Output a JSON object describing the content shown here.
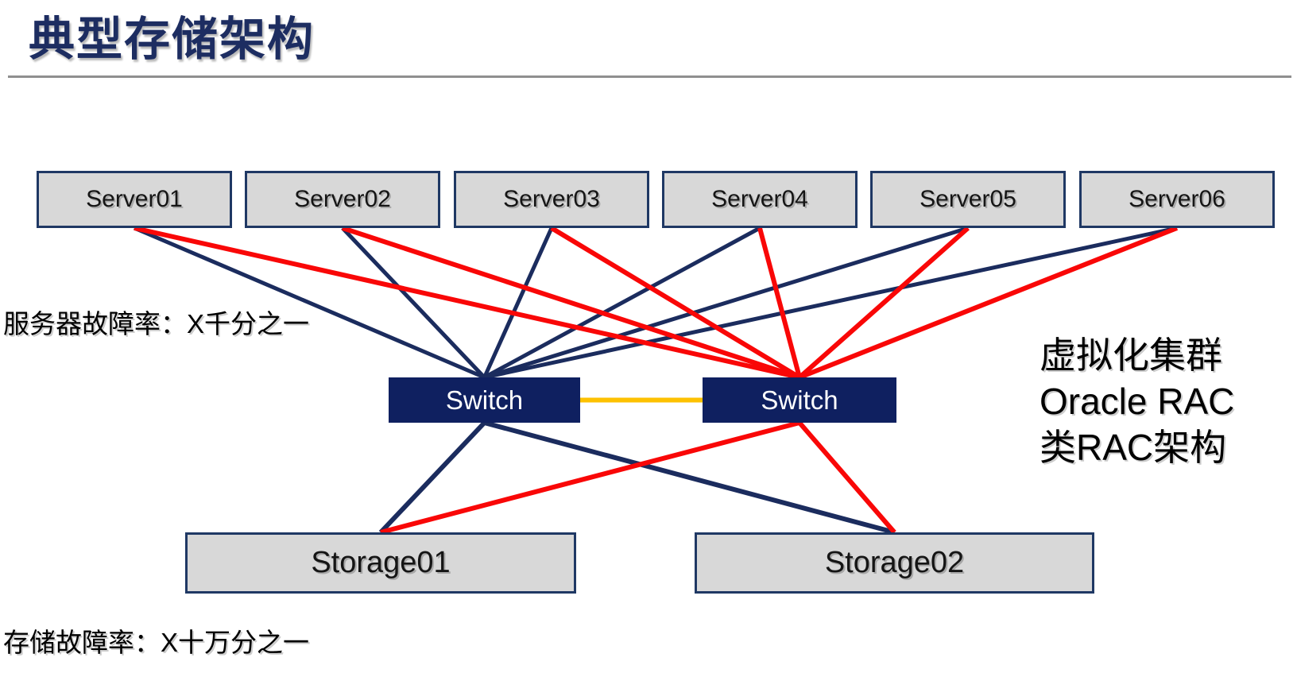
{
  "slide": {
    "title": "典型存储架构"
  },
  "nodes": {
    "servers": [
      {
        "id": "server-1",
        "label": "Server01"
      },
      {
        "id": "server-2",
        "label": "Server02"
      },
      {
        "id": "server-3",
        "label": "Server03"
      },
      {
        "id": "server-4",
        "label": "Server04"
      },
      {
        "id": "server-5",
        "label": "Server05"
      },
      {
        "id": "server-6",
        "label": "Server06"
      }
    ],
    "switches": [
      {
        "id": "switch-a",
        "label": "Switch"
      },
      {
        "id": "switch-b",
        "label": "Switch"
      }
    ],
    "storages": [
      {
        "id": "storage-1",
        "label": "Storage01"
      },
      {
        "id": "storage-2",
        "label": "Storage02"
      }
    ]
  },
  "labels": {
    "server_failure_rate": "服务器故障率：X千分之一",
    "storage_failure_rate": "存储故障率：X十万分之一"
  },
  "side_note": {
    "lines": [
      "虚拟化集群",
      "Oracle RAC",
      "类RAC架构"
    ]
  },
  "colors": {
    "navy_line": "#1b2c5e",
    "red_line": "#f90707",
    "orange_line": "#fdc100",
    "box_fill": "#d8d8d8",
    "box_border": "#1f3864",
    "switch_fill": "#0f2060",
    "title_color": "#1d2d61",
    "divider_gray": "#8f8f8f"
  },
  "edges": [
    {
      "from": "server-1",
      "to": "switch-a",
      "color": "navy_line",
      "width": 5,
      "anchor": "bottom-top"
    },
    {
      "from": "server-2",
      "to": "switch-a",
      "color": "navy_line",
      "width": 5,
      "anchor": "bottom-top"
    },
    {
      "from": "server-3",
      "to": "switch-a",
      "color": "navy_line",
      "width": 5,
      "anchor": "bottom-top"
    },
    {
      "from": "server-4",
      "to": "switch-a",
      "color": "navy_line",
      "width": 5,
      "anchor": "bottom-top"
    },
    {
      "from": "server-5",
      "to": "switch-a",
      "color": "navy_line",
      "width": 5,
      "anchor": "bottom-top"
    },
    {
      "from": "server-6",
      "to": "switch-a",
      "color": "navy_line",
      "width": 5,
      "anchor": "bottom-top"
    },
    {
      "from": "switch-a",
      "to": "storage-1",
      "color": "navy_line",
      "width": 6,
      "anchor": "bottom-top"
    },
    {
      "from": "switch-a",
      "to": "storage-2",
      "color": "navy_line",
      "width": 6,
      "anchor": "bottom-top"
    },
    {
      "from": "server-1",
      "to": "switch-b",
      "color": "red_line",
      "width": 6,
      "anchor": "bottom-top"
    },
    {
      "from": "server-2",
      "to": "switch-b",
      "color": "red_line",
      "width": 6,
      "anchor": "bottom-top"
    },
    {
      "from": "server-3",
      "to": "switch-b",
      "color": "red_line",
      "width": 6,
      "anchor": "bottom-top"
    },
    {
      "from": "server-4",
      "to": "switch-b",
      "color": "red_line",
      "width": 6,
      "anchor": "bottom-top"
    },
    {
      "from": "server-5",
      "to": "switch-b",
      "color": "red_line",
      "width": 6,
      "anchor": "bottom-top"
    },
    {
      "from": "server-6",
      "to": "switch-b",
      "color": "red_line",
      "width": 6,
      "anchor": "bottom-top"
    },
    {
      "from": "switch-b",
      "to": "storage-1",
      "color": "red_line",
      "width": 6,
      "anchor": "bottom-top"
    },
    {
      "from": "switch-b",
      "to": "storage-2",
      "color": "red_line",
      "width": 6,
      "anchor": "bottom-top"
    },
    {
      "from": "switch-a",
      "to": "switch-b",
      "color": "orange_line",
      "width": 6,
      "anchor": "right-left"
    }
  ]
}
